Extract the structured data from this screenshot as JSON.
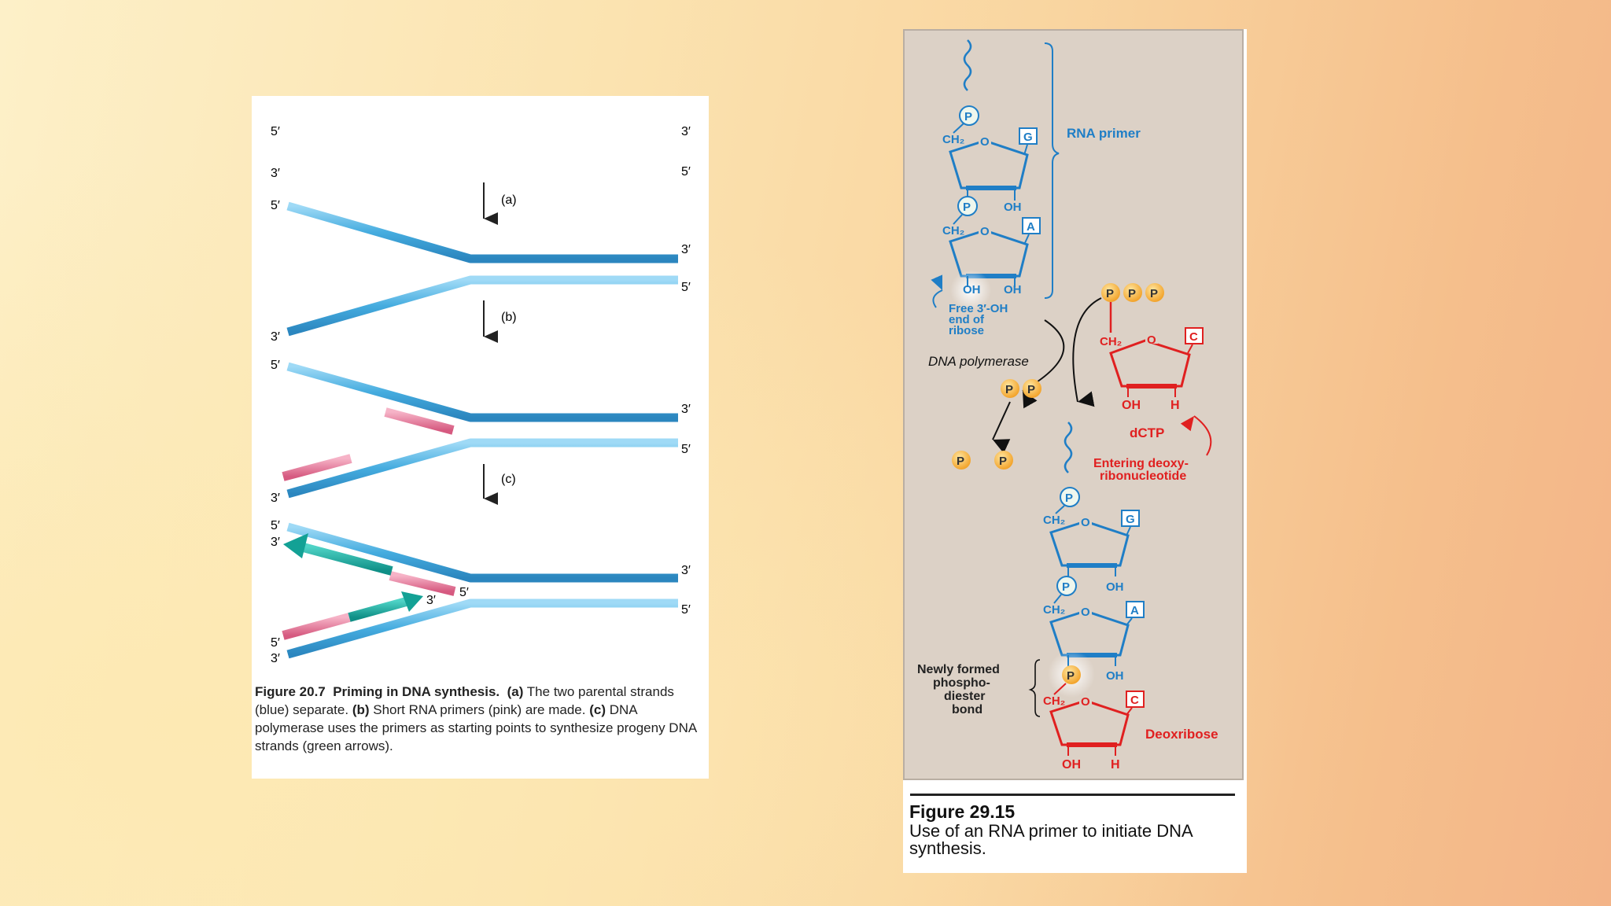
{
  "left_figure": {
    "end_labels": {
      "five_prime": "5′",
      "three_prime": "3′"
    },
    "step_labels": [
      "(a)",
      "(b)",
      "(c)"
    ],
    "caption": {
      "number": "Figure 20.7",
      "title": "Priming in DNA synthesis.",
      "a_label": "(a)",
      "a_text": "The two parental strands (blue) separate.",
      "b_label": "(b)",
      "b_text": "Short RNA primers (pink) are made.",
      "c_label": "(c)",
      "c_text": "DNA polymerase uses the primers as starting points to synthesize progeny DNA strands (green arrows)."
    },
    "colors": {
      "parental_strand": "#4fb4e6",
      "rna_primer": "#e37898",
      "progeny_dna": "#16a89c"
    }
  },
  "right_figure": {
    "labels": {
      "rna_primer": "RNA primer",
      "free_end_line1": "Free 3′-OH",
      "free_end_line2": "end of",
      "free_end_line3": "ribose",
      "dna_polymerase": "DNA polymerase",
      "dctp": "dCTP",
      "entering_line1": "Entering deoxy-",
      "entering_line2": "ribonucleotide",
      "newly_line1": "Newly formed",
      "newly_line2": "phospho-",
      "newly_line3": "diester",
      "newly_line4": "bond",
      "deoxribose": "Deoxribose",
      "phosphate": "P",
      "oh": "OH",
      "h": "H",
      "ch2": "CH₂",
      "ring_o": "O",
      "base_g": "G",
      "base_a": "A",
      "base_c": "C"
    },
    "caption": {
      "title": "Figure 29.15",
      "text": "Use of an RNA primer to initiate DNA synthesis."
    },
    "colors": {
      "rna": "#1f7ec6",
      "dna": "#e02020",
      "phosphate": "#f5a623",
      "panel": "#dcd1c6"
    }
  }
}
